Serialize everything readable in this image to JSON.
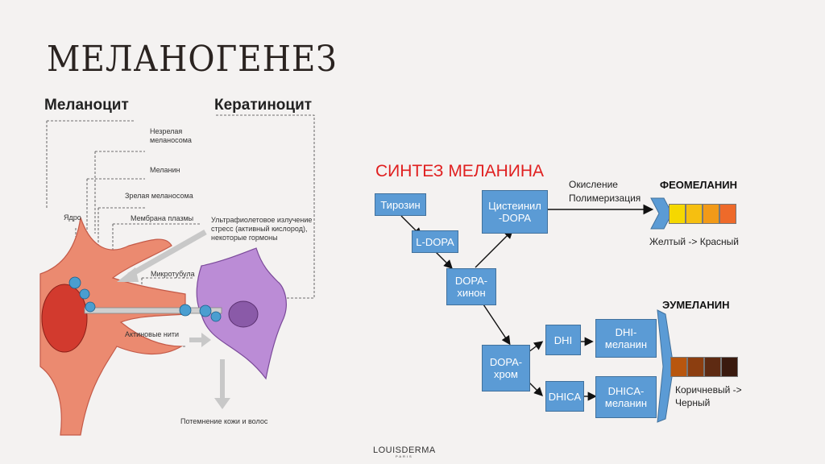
{
  "title": "МЕЛАНОГЕНЕЗ",
  "left": {
    "melanocyte": "Меланоцит",
    "keratinocyte": "Кератиноцит",
    "labels": {
      "immature1": "Незрелая",
      "immature2": "меланосома",
      "melanin": "Меланин",
      "mature": "Зрелая меланосома",
      "nucleus": "Ядро",
      "membrane": "Мембрана плазмы",
      "uv1": "Ультрафиолетовое излучение",
      "uv2": "стресс (активный кислород),",
      "uv3": "некоторые гормоны",
      "microtubule": "Микротубула",
      "actin": "Актиновые нити",
      "darkening": "Потемнение кожи и волос"
    }
  },
  "synthesis": {
    "title": "СИНТЕЗ МЕЛАНИНА",
    "boxes": {
      "tyrosine": "Тирозин",
      "ldopa": "L-DOPA",
      "cysteinyl1": "Цистеинил",
      "cysteinyl2": "-DOPA",
      "quinone1": "DOPA-",
      "quinone2": "хинон",
      "chrome1": "DOPA-",
      "chrome2": "хром",
      "dhi": "DHI",
      "dhica": "DHICA",
      "dhimel1": "DHI-",
      "dhimel2": "меланин",
      "dhicamel1": "DHICA-",
      "dhicamel2": "меланин"
    },
    "oxidation1": "Окисление",
    "oxidation2": "Полимеризация",
    "pheomelanin": "ФЕОМЕЛАНИН",
    "pheo_caption": "Желтый -> Красный",
    "eumelanin": "ЭУМЕЛАНИН",
    "eu_caption1": "Коричневый ->",
    "eu_caption2": "Черный",
    "pheo_colors": [
      "#f5d800",
      "#f6bf10",
      "#f29a18",
      "#ee6a2a"
    ],
    "eu_colors": [
      "#b8560e",
      "#8c3e10",
      "#5e2a12",
      "#3a1a0e"
    ]
  },
  "footer": {
    "brand": "LOUISDERMA",
    "sub": "PARIS"
  }
}
